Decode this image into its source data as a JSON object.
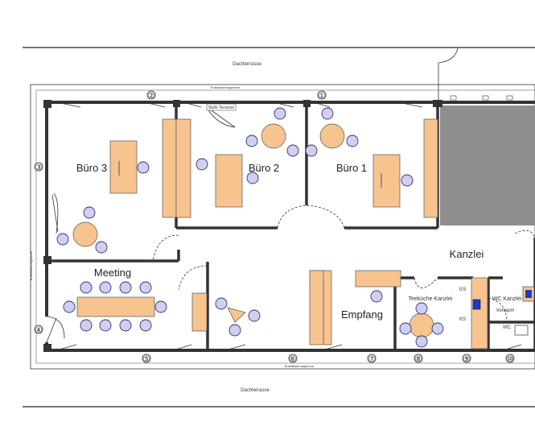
{
  "plan": {
    "terrace_top": "Dachterrasse",
    "terrace_bottom": "Dachterrasse",
    "edge_label_top": "Entwässerungsrinne",
    "edge_label_bottom": "Entwässerungsrinne",
    "edge_label_left": "Entwässerungsrinne",
    "terrace_door_label": "Stufe Terrasse"
  },
  "rooms": {
    "buero3": "Büro 3",
    "buero2": "Büro 2",
    "buero1": "Büro 1",
    "meeting": "Meeting",
    "kanzlei": "Kanzlei",
    "empfang": "Empfang",
    "teekueche": "Teeküche Kanzlei",
    "wc": "WC Kanzlei",
    "vorraum": "Vorraum",
    "wc2": "WC",
    "gs": "GS",
    "ks": "KS"
  },
  "axes": [
    "①",
    "②",
    "③",
    "④",
    "⑤",
    "⑥",
    "⑦",
    "⑧",
    "⑨",
    "⑩"
  ],
  "colors": {
    "furniture": "#f7c48f",
    "chair": "#cfcff2",
    "chair_stroke": "#333366",
    "wall": "#333333",
    "gray_area": "#8e8e8e",
    "equipment": "#1a3cc8"
  }
}
